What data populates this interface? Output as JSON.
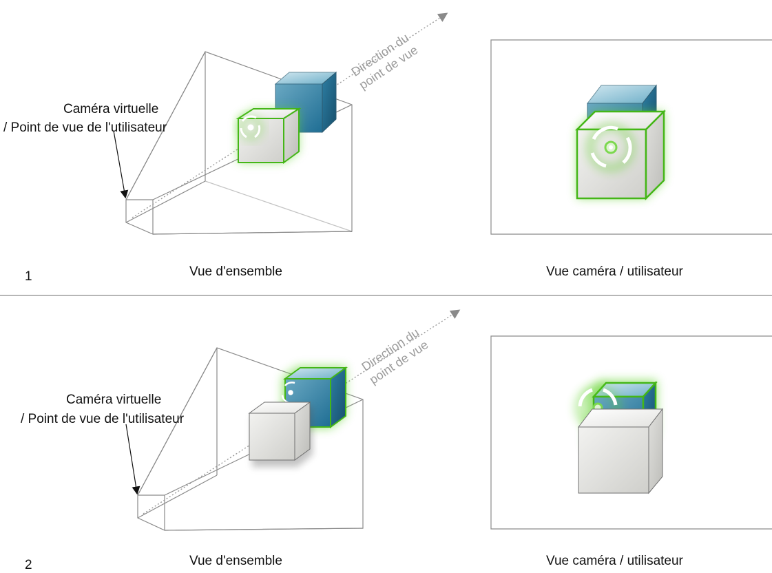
{
  "panels": [
    {
      "number": "1",
      "camera_label_line1": "Caméra virtuelle",
      "camera_label_line2": "/ Point de vue de l'utilisateur",
      "direction_line1": "Direction du",
      "direction_line2": "point de vue",
      "overview_caption": "Vue d'ensemble",
      "camera_view_caption": "Vue caméra / utilisateur",
      "highlighted_cube": "front-white-cube"
    },
    {
      "number": "2",
      "camera_label_line1": "Caméra virtuelle",
      "camera_label_line2": "/ Point de vue de l'utilisateur",
      "direction_line1": "Direction du",
      "direction_line2": "point de vue",
      "overview_caption": "Vue d'ensemble",
      "camera_view_caption": "Vue caméra / utilisateur",
      "highlighted_cube": "back-blue-cube"
    }
  ],
  "colors": {
    "highlight_green": "#4cc21c",
    "cube_blue": "#3f8fb0",
    "cube_white": "#e8e8e6",
    "frustum_line": "#8a8a8a",
    "direction_text": "#9b9b9b"
  }
}
